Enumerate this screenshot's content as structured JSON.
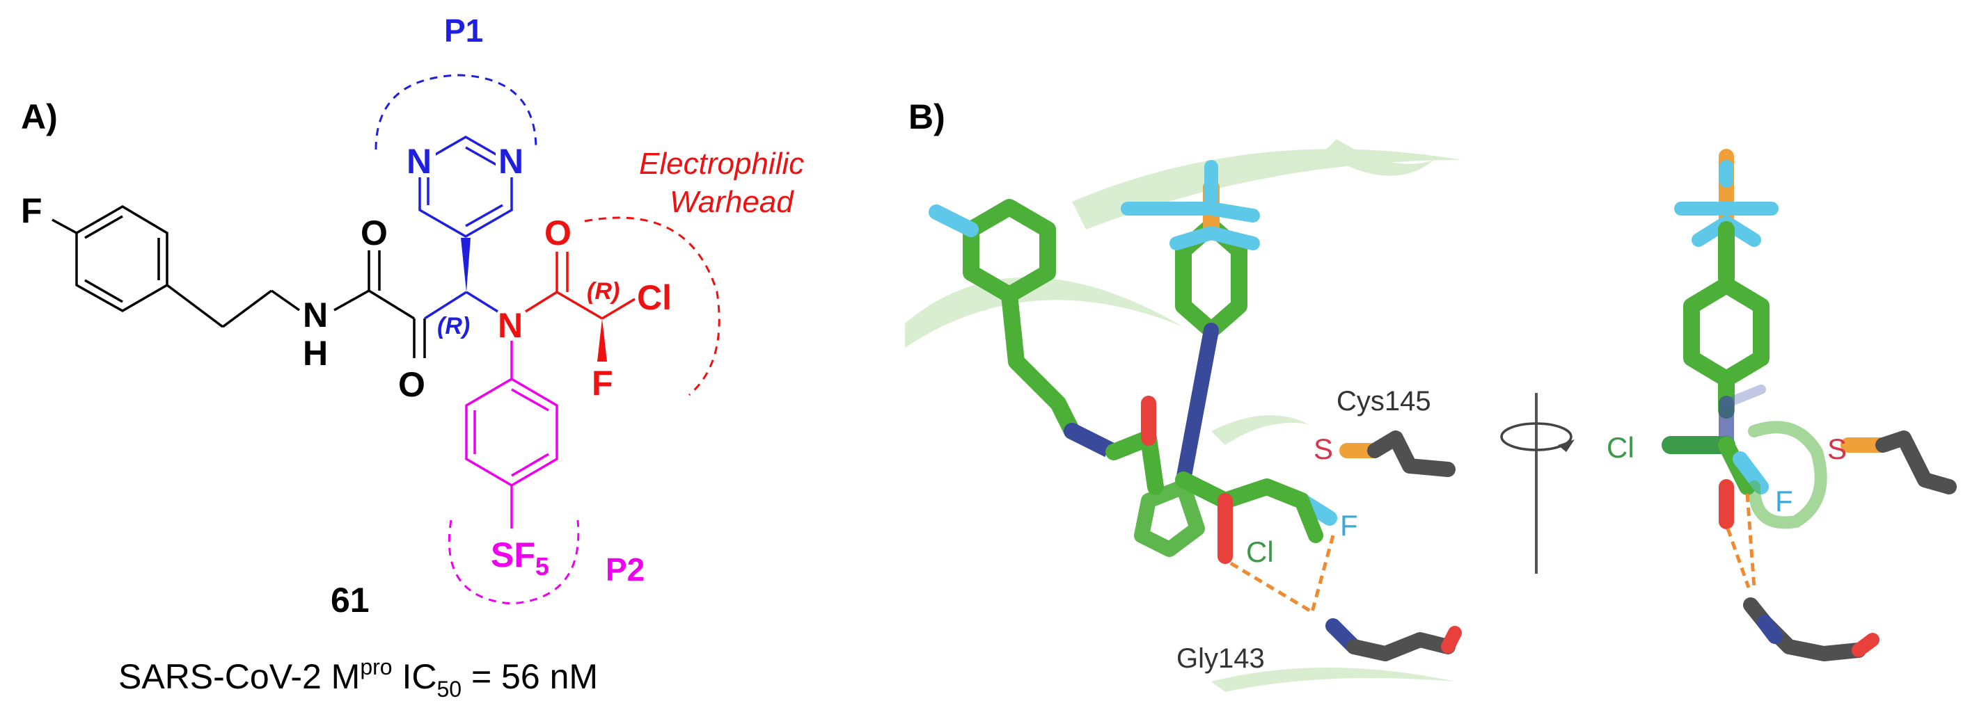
{
  "panel_a": {
    "label": "A)",
    "compound_number": "61",
    "activity": {
      "prefix": "SARS-CoV-2 M",
      "superscript": "pro",
      "ic": " IC",
      "subscript": "50",
      "value": " = 56 nM"
    },
    "regions": {
      "p1": "P1",
      "p2": "P2",
      "warhead_line1": "Electrophilic",
      "warhead_line2": "Warhead"
    },
    "atoms": {
      "fluoro": "F",
      "amide_n": "N",
      "amide_h": "H",
      "carbonyl_o1": "O",
      "carbonyl_o2": "O",
      "pyrimidine_n1": "N",
      "pyrimidine_n2": "N",
      "central_n": "N",
      "acyl_o": "O",
      "chloro": "Cl",
      "alpha_f": "F",
      "sf5_s": "SF",
      "sf5_sub": "5"
    },
    "stereo": {
      "r1": "(R)",
      "r2": "(R)"
    },
    "colors": {
      "p1": "#1f1fe0",
      "warhead": "#ee1111",
      "p2": "#ee00ee",
      "scaffold": "#000000"
    }
  },
  "panel_b": {
    "label": "B)",
    "residues": {
      "cys": "Cys145",
      "gly": "Gly143"
    },
    "atoms_left": {
      "s": "S",
      "cl": "Cl",
      "f": "F"
    },
    "atoms_right": {
      "cl": "Cl",
      "f": "F",
      "s": "S"
    },
    "colors": {
      "ligand_carbon": "#4caf38",
      "fluorine": "#5ec8e8",
      "sulfur": "#f0a038",
      "oxygen": "#e8403a",
      "nitrogen": "#3a4a9a",
      "protein_carbon": "#505050",
      "hbond": "#f08a30",
      "ribbon": "#9bd48a"
    }
  }
}
